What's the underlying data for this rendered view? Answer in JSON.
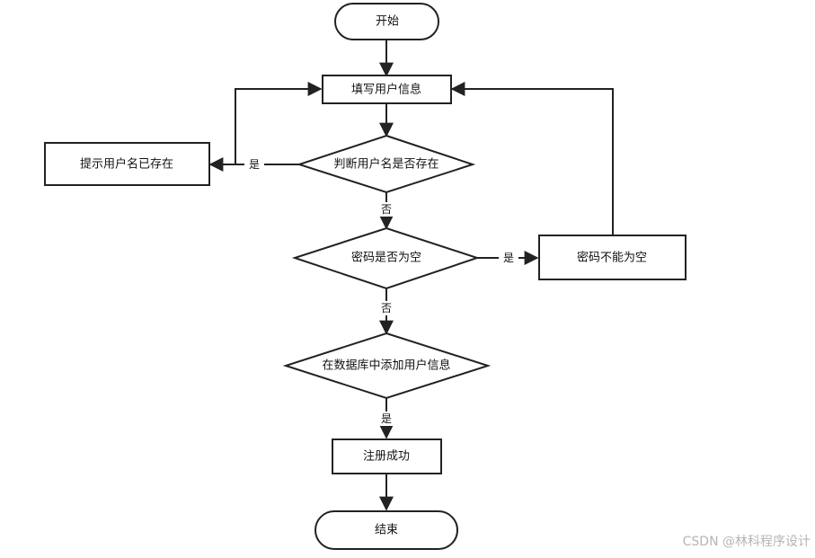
{
  "nodes": {
    "start": "开始",
    "fill_info": "填写用户信息",
    "check_username": "判断用户名是否存在",
    "username_exists": "提示用户名已存在",
    "check_password": "密码是否为空",
    "password_empty": "密码不能为空",
    "add_to_db": "在数据库中添加用户信息",
    "register_success": "注册成功",
    "end": "结束"
  },
  "edges": {
    "username_yes": "是",
    "username_no": "否",
    "password_yes": "是",
    "password_no": "否",
    "db_yes": "是"
  },
  "watermark": "CSDN @林科程序设计"
}
